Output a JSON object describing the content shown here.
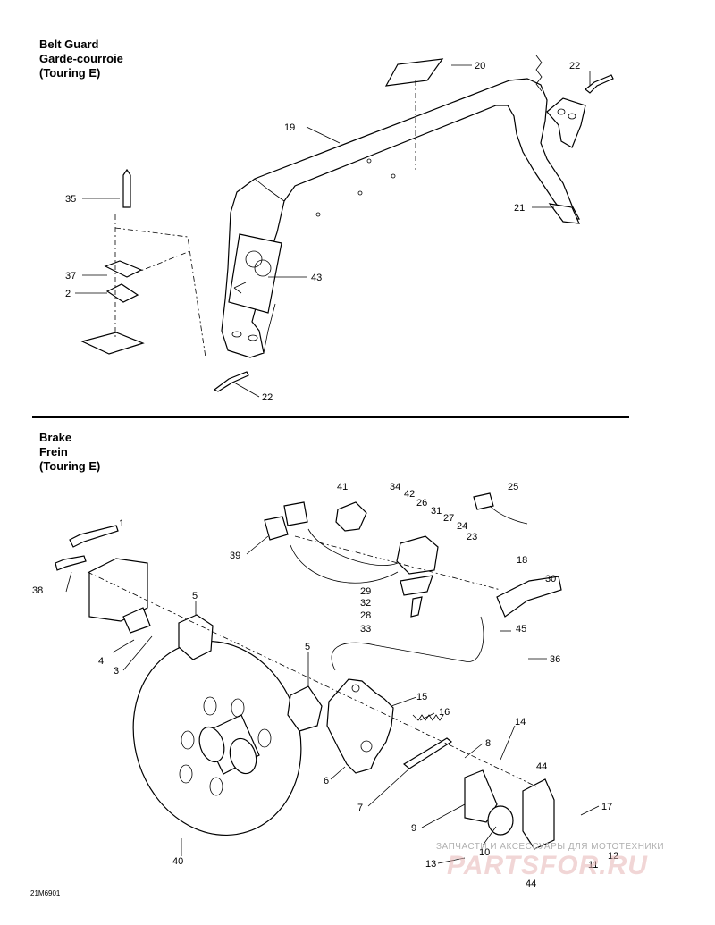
{
  "sections": {
    "belt_guard": {
      "title_lines": [
        "Belt Guard",
        "Garde-courroie",
        "(Touring E)"
      ]
    },
    "brake": {
      "title_lines": [
        "Brake",
        "Frein",
        "(Touring E)"
      ]
    }
  },
  "callouts": {
    "belt_guard": [
      "20",
      "22",
      "19",
      "35",
      "21",
      "37",
      "2",
      "43",
      "22"
    ],
    "brake": [
      "41",
      "34",
      "42",
      "26",
      "31",
      "27",
      "24",
      "25",
      "1",
      "39",
      "23",
      "18",
      "30",
      "38",
      "5",
      "29",
      "32",
      "28",
      "33",
      "45",
      "4",
      "3",
      "36",
      "5",
      "15",
      "16",
      "14",
      "8",
      "44",
      "6",
      "7",
      "17",
      "9",
      "10",
      "12",
      "40",
      "13",
      "11",
      "44"
    ]
  },
  "drawing_code": "21M6901",
  "watermark": {
    "text": "ЗАПЧАСТИ И АКСЕССУАРЫ ДЛЯ МОТОТЕХНИКИ",
    "logo": "PARTSFOR.RU"
  }
}
